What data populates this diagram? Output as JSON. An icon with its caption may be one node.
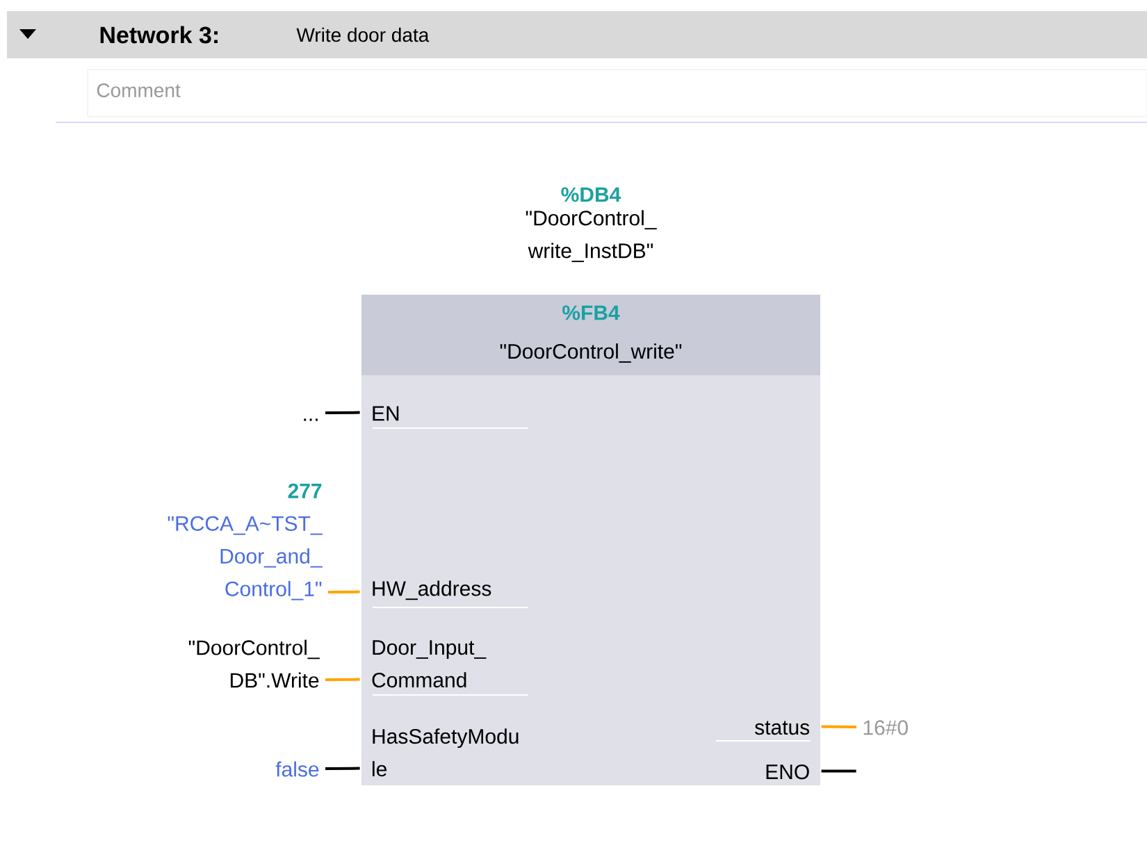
{
  "diagram": {
    "title": "Network 3:",
    "nodes": [
      {
        "text": [
          "%FB4",
          "\"DoorControl_write\""
        ],
        "beside": [
          "%DB4",
          "\"DoorControl_ write_InstDB\""
        ]
      },
      {
        "text": [
          "EN"
        ],
        "in": 0
      },
      {
        "text": [
          "HW_address"
        ],
        "in": 0
      },
      {
        "text": [
          "Door_Input_ Command"
        ],
        "in": 0
      },
      {
        "text": [
          "HasSafetyModu le"
        ],
        "in": 0
      },
      {
        "text": [
          "status"
        ],
        "in": 0
      },
      {
        "text": [
          "ENO"
        ],
        "in": 0
      },
      {
        "text": [
          "..."
        ]
      },
      {
        "text": [
          "277",
          "\"RCCA_A~TST_ Door_and_ Control_1\""
        ]
      },
      {
        "text": [
          "\"DoorControl_ DB\".Write"
        ]
      },
      {
        "text": [
          "false"
        ]
      },
      {
        "text": [
          "16#0"
        ]
      }
    ],
    "edges": [
      {
        "from": 7,
        "to": 1,
        "arrow": "none"
      },
      {
        "from": 8,
        "to": 2,
        "arrow": "none",
        "color": "#ffa500"
      },
      {
        "from": 9,
        "to": 3,
        "arrow": "none",
        "color": "#ffa500"
      },
      {
        "from": 10,
        "to": 4,
        "arrow": "none"
      },
      {
        "from": 5,
        "to": 11,
        "arrow": "none",
        "color": "#ffa500"
      },
      {
        "from": 6,
        "to": null,
        "arrow": "none"
      }
    ],
    "labels": [
      "Write door data",
      "Comment"
    ]
  }
}
